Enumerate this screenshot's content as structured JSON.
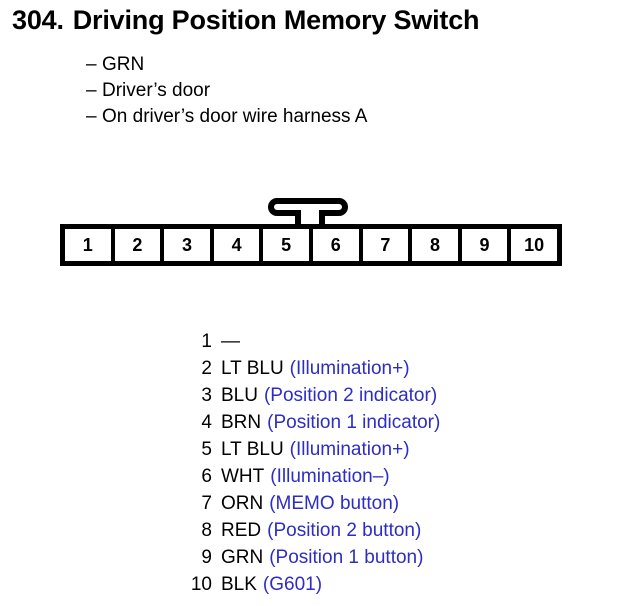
{
  "header": {
    "number": "304.",
    "title": "Driving Position Memory Switch",
    "bullets": [
      "GRN",
      "Driver’s door",
      "On driver’s door wire harness A"
    ],
    "bullet_dash": "–"
  },
  "connector": {
    "cavity_labels": [
      "1",
      "2",
      "3",
      "4",
      "5",
      "6",
      "7",
      "8",
      "9",
      "10"
    ],
    "lock_tab": "locking-tab"
  },
  "pins": [
    {
      "num": "1",
      "wire": "—",
      "desc": ""
    },
    {
      "num": "2",
      "wire": "LT BLU",
      "desc": "(Illumination+)"
    },
    {
      "num": "3",
      "wire": "BLU",
      "desc": "(Position 2 indicator)"
    },
    {
      "num": "4",
      "wire": "BRN",
      "desc": "(Position 1 indicator)"
    },
    {
      "num": "5",
      "wire": "LT BLU",
      "desc": "(Illumination+)"
    },
    {
      "num": "6",
      "wire": "WHT",
      "desc": "(Illumination–)"
    },
    {
      "num": "7",
      "wire": "ORN",
      "desc": "(MEMO button)"
    },
    {
      "num": "8",
      "wire": "RED",
      "desc": "(Position 2 button)"
    },
    {
      "num": "9",
      "wire": "GRN",
      "desc": "(Position 1 button)"
    },
    {
      "num": "10",
      "wire": "BLK",
      "desc": "(G601)"
    }
  ],
  "colors": {
    "text": "#000000",
    "description": "#2d2dc4",
    "background": "#ffffff"
  }
}
